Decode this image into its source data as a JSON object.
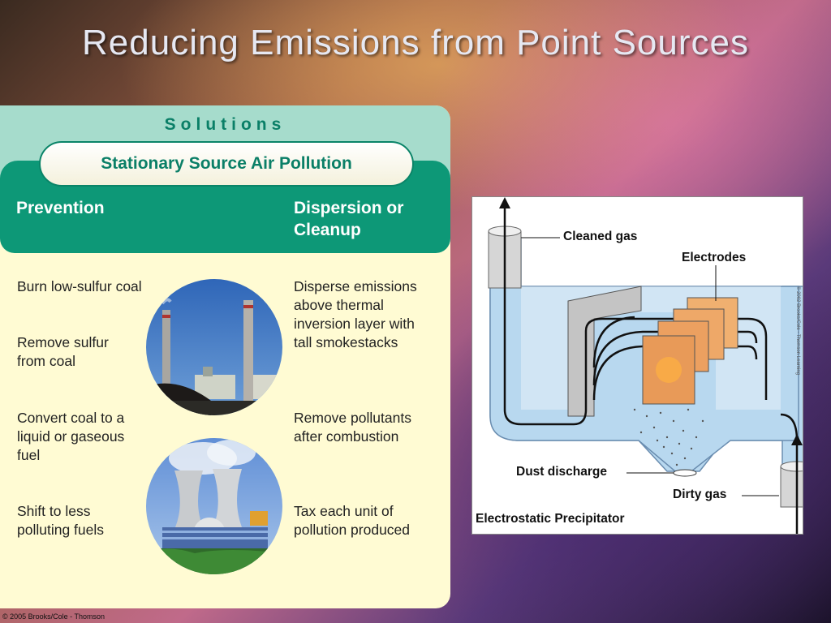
{
  "slide": {
    "title": "Reducing Emissions from Point Sources",
    "copyright": "© 2005 Brooks/Cole - Thomson"
  },
  "solutions_panel": {
    "header": "Solutions",
    "subtitle": "Stationary Source Air Pollution",
    "prevention_heading": "Prevention",
    "cleanup_heading_line1": "Dispersion or",
    "cleanup_heading_line2": "Cleanup",
    "prevention_items": [
      {
        "line1": "Burn low-sulfur coal",
        "line2": ""
      },
      {
        "line1": "Remove sulfur",
        "line2": "from coal"
      },
      {
        "line1": "Convert coal to a",
        "line2": "liquid or gaseous",
        "line3": "fuel"
      },
      {
        "line1": "Shift to less",
        "line2": "polluting fuels"
      }
    ],
    "cleanup_items": [
      {
        "line1": "Disperse emissions",
        "line2": "above thermal",
        "line3": "inversion layer with",
        "line4": "tall smokestacks"
      },
      {
        "line1": "Remove pollutants",
        "line2": "after combustion"
      },
      {
        "line1": "Tax each unit of",
        "line2": "pollution produced"
      }
    ]
  },
  "diagram": {
    "caption": "Electrostatic Precipitator",
    "cleaned_gas": "Cleaned gas",
    "electrodes": "Electrodes",
    "dust_discharge": "Dust discharge",
    "dirty_gas": "Dirty gas",
    "side_credit": "© 2002 Brooks/Cole - Thomson Learning"
  },
  "colors": {
    "panel_bg": "#fffbd3",
    "panel_mint": "#a6dccc",
    "panel_green": "#0d9877",
    "title_text": "#e6e8f2",
    "duct_blue": "#b8d8ef"
  }
}
